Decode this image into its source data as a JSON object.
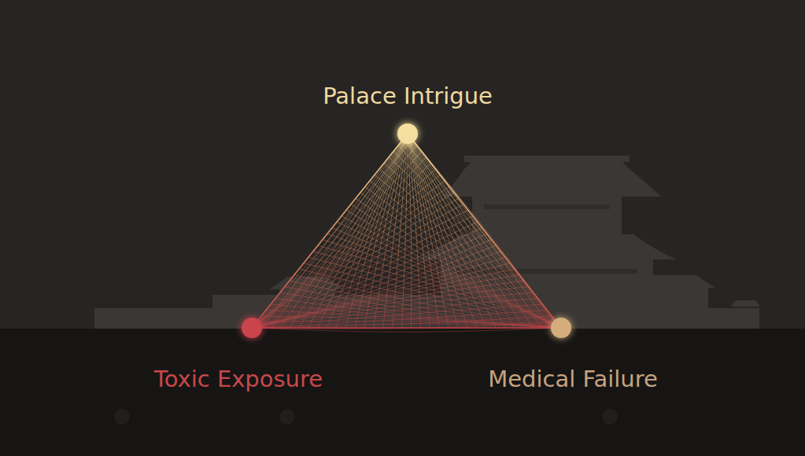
{
  "diagram": {
    "nodes": [
      {
        "text": [
          "Palace Intrigue"
        ]
      },
      {
        "text": [
          "Toxic Exposure"
        ]
      },
      {
        "text": [
          "Medical Failure"
        ]
      }
    ],
    "edges": [
      {
        "from": 0,
        "to": 1,
        "arrow": "none"
      },
      {
        "from": 0,
        "to": 2,
        "arrow": "none"
      },
      {
        "from": 1,
        "to": 2,
        "arrow": "none"
      }
    ]
  }
}
